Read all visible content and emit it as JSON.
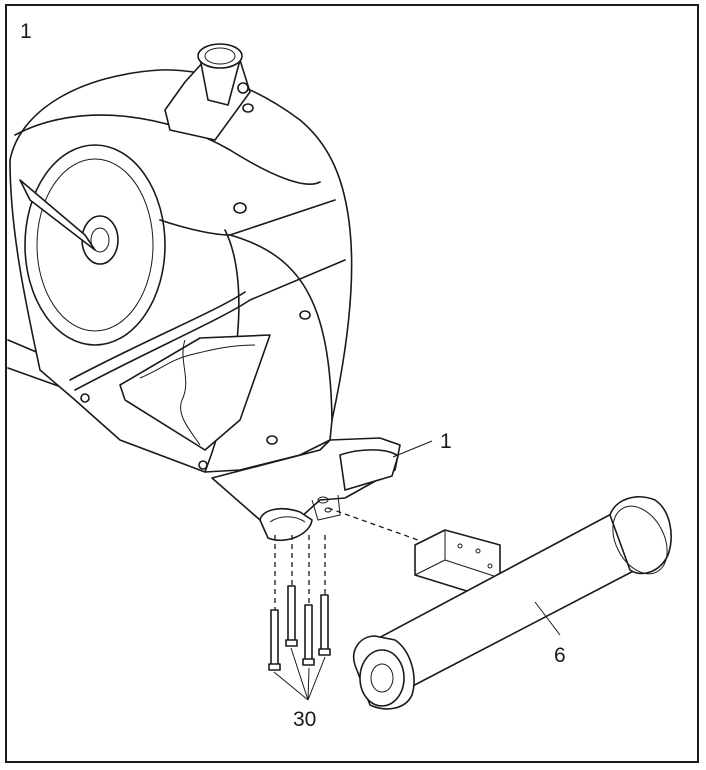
{
  "step": {
    "number": "1"
  },
  "callouts": {
    "frame_part": "1",
    "stabilizer_part": "6",
    "bolt_part": "30"
  }
}
